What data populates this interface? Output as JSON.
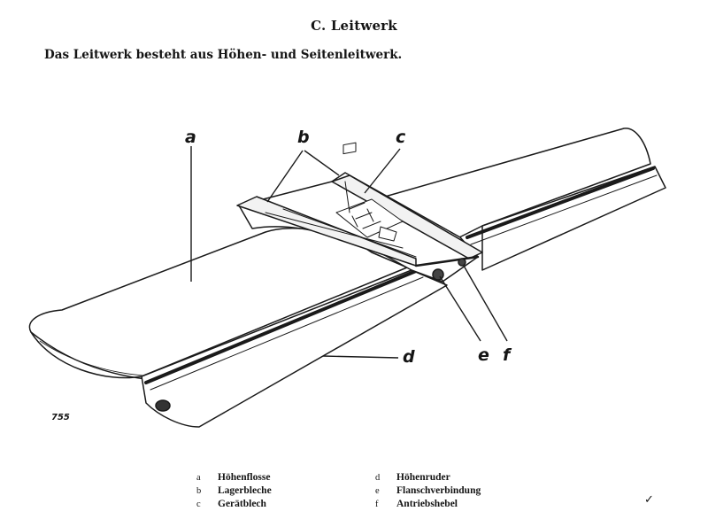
{
  "document": {
    "heading": "C. Leitwerk",
    "intro": "Das Leitwerk besteht aus Höhen- und Seitenleitwerk.",
    "figure_number": "755",
    "corner_mark": "✓"
  },
  "callouts": {
    "a": "a",
    "b": "b",
    "c": "c",
    "d": "d",
    "e": "e",
    "f": "f"
  },
  "legend": {
    "left": [
      {
        "key": "a",
        "text": "Höhenflosse"
      },
      {
        "key": "b",
        "text": "Lagerbleche"
      },
      {
        "key": "c",
        "text": "Gerätblech"
      }
    ],
    "right": [
      {
        "key": "d",
        "text": "Höhenruder"
      },
      {
        "key": "e",
        "text": "Flanschverbindung"
      },
      {
        "key": "f",
        "text": "Antriebshebel"
      }
    ]
  }
}
